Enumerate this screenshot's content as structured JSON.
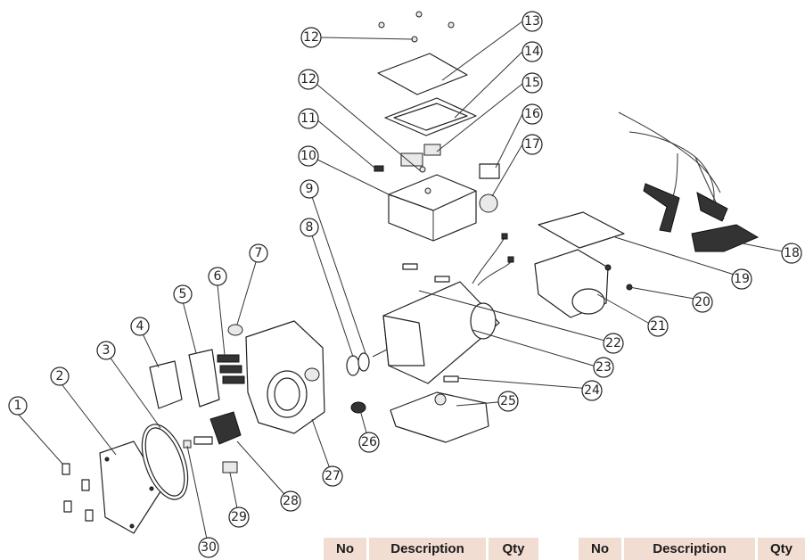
{
  "callouts": [
    "1",
    "2",
    "3",
    "4",
    "5",
    "6",
    "7",
    "8",
    "9",
    "10",
    "11",
    "12",
    "12",
    "13",
    "14",
    "15",
    "16",
    "17",
    "18",
    "19",
    "20",
    "21",
    "22",
    "23",
    "24",
    "25",
    "26",
    "27",
    "28",
    "29",
    "30"
  ],
  "table_left": {
    "no": "No",
    "description": "Description",
    "qty": "Qty"
  },
  "table_right": {
    "no": "No",
    "description": "Description",
    "qty": "Qty"
  }
}
